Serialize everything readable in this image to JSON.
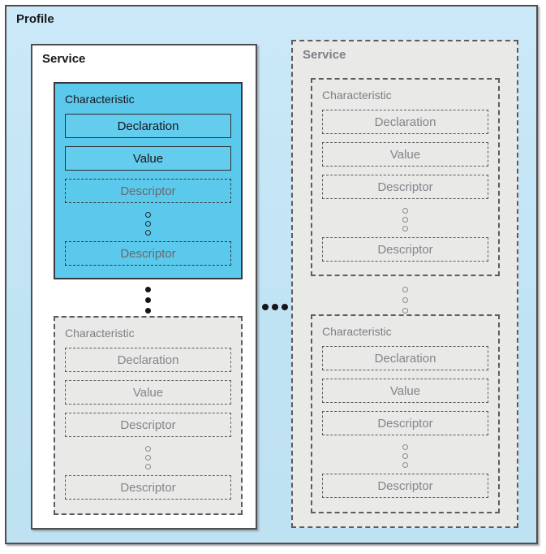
{
  "profile": {
    "label": "Profile"
  },
  "services": [
    {
      "label": "Service",
      "variant": "active",
      "characteristics": [
        {
          "label": "Characteristic",
          "variant": "highlighted",
          "declaration": "Declaration",
          "value": "Value",
          "descriptor_first": "Descriptor",
          "descriptor_last": "Descriptor"
        },
        {
          "label": "Characteristic",
          "variant": "muted",
          "declaration": "Declaration",
          "value": "Value",
          "descriptor_first": "Descriptor",
          "descriptor_last": "Descriptor"
        }
      ]
    },
    {
      "label": "Service",
      "variant": "muted",
      "characteristics": [
        {
          "label": "Characteristic",
          "variant": "muted",
          "declaration": "Declaration",
          "value": "Value",
          "descriptor_first": "Descriptor",
          "descriptor_last": "Descriptor"
        },
        {
          "label": "Characteristic",
          "variant": "muted",
          "declaration": "Declaration",
          "value": "Value",
          "descriptor_first": "Descriptor",
          "descriptor_last": "Descriptor"
        }
      ]
    }
  ],
  "colors": {
    "profile_background": "#c0e3f4",
    "highlight_background": "#5bc9ec",
    "muted_background": "#e9e9e8",
    "border_dark": "#4f4f52",
    "border_dashed": "#5c5c5e",
    "text_dark": "#17171c",
    "text_muted": "#84858a"
  }
}
